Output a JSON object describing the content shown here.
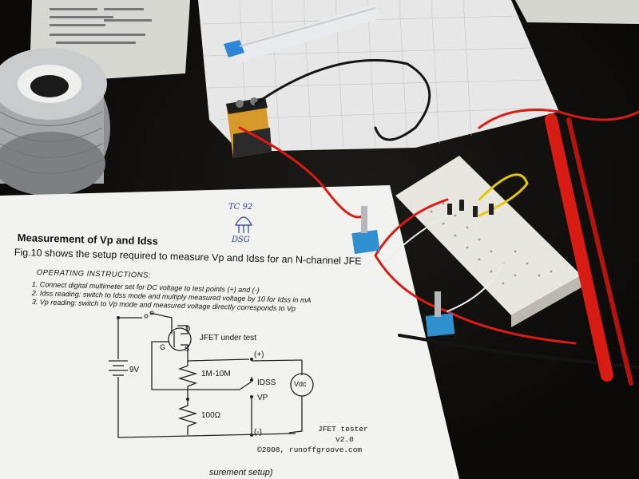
{
  "handout": {
    "title": "Measurement of Vp and Idss",
    "intro": "Fig.10 shows the setup required to measure Vp and Idss for an N-channel JFE",
    "op_heading": "OPERATING INSTRUCTIONS:",
    "steps": [
      "1.  Connect digital multimeter set for DC voltage to test points (+) and (-)",
      "2.  Idss reading: switch to Idss mode and multiply measured voltage by 10 for Idss in mA",
      "3.  Vp reading: switch to Vp mode and measured voltage directly corresponds to Vp"
    ],
    "schematic": {
      "battery": "9V",
      "jfet": "JFET under test",
      "pin_d": "D",
      "pin_g": "G",
      "pin_s": "S",
      "plus": "(+)",
      "minus": "(-)",
      "r1": "1M-10M",
      "r2": "100Ω",
      "idss": "IDSS",
      "vp": "VP",
      "meter": "Vdc"
    },
    "footer_name": "JFET tester",
    "footer_version": "v2.0",
    "footer_copy": "©2008, runoffgroove.com",
    "bottom_cut": "surement setup)"
  },
  "handwriting": {
    "pinout_top": "TC  92",
    "pinout_bottom": "DSG"
  },
  "colors": {
    "paper": "#f2f2ee",
    "wire_red": "#d81c14",
    "wire_black": "#141414",
    "wire_yellow": "#e6c800",
    "switch_blue": "#2f8fcf",
    "battery_gold": "#d79a2a",
    "breadboard": "#e9e6df",
    "solder": "#b9bcc0",
    "ink_blue": "#2a3f9a"
  }
}
